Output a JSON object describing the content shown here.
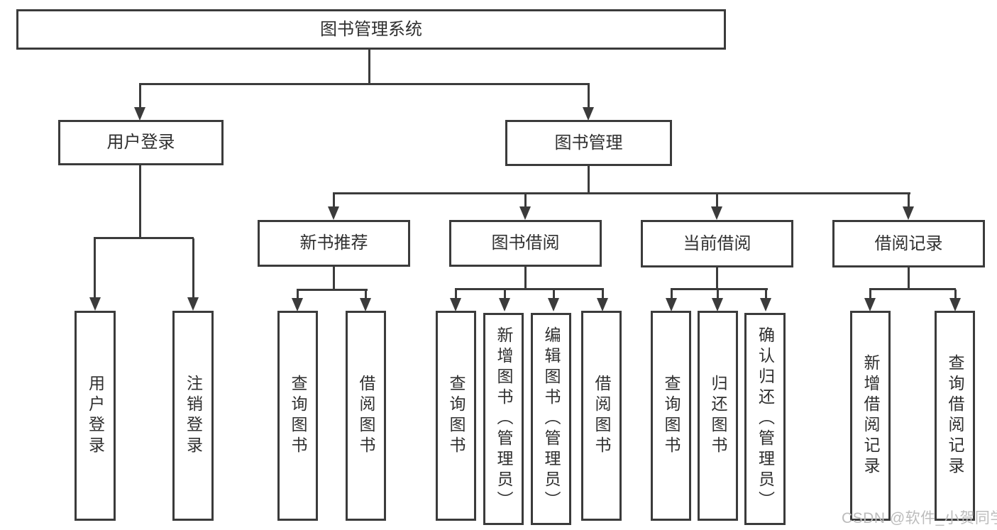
{
  "colors": {
    "background": "#ffffff",
    "line": "#3b3b3b",
    "box_border": "#3b3b3b",
    "box_fill": "#ffffff",
    "text": "#2f2f2f",
    "watermark": "#bcbcbc"
  },
  "tree": {
    "label": "图书管理系统",
    "children": [
      {
        "label": "用户登录",
        "children": [
          {
            "label": "用户登录"
          },
          {
            "label": "注销登录"
          }
        ]
      },
      {
        "label": "图书管理",
        "children": [
          {
            "label": "新书推荐",
            "children": [
              {
                "label": "查询图书"
              },
              {
                "label": "借阅图书"
              }
            ]
          },
          {
            "label": "图书借阅",
            "children": [
              {
                "label": "查询图书"
              },
              {
                "label": "新增图书（管理员）"
              },
              {
                "label": "编辑图书（管理员）"
              },
              {
                "label": "借阅图书"
              }
            ]
          },
          {
            "label": "当前借阅",
            "children": [
              {
                "label": "查询图书"
              },
              {
                "label": "归还图书"
              },
              {
                "label": "确认归还（管理员）"
              }
            ]
          },
          {
            "label": "借阅记录",
            "children": [
              {
                "label": "新增借阅记录"
              },
              {
                "label": "查询借阅记录"
              }
            ]
          }
        ]
      }
    ]
  },
  "watermark": {
    "text": "CSDN @软件_小贺同学"
  }
}
